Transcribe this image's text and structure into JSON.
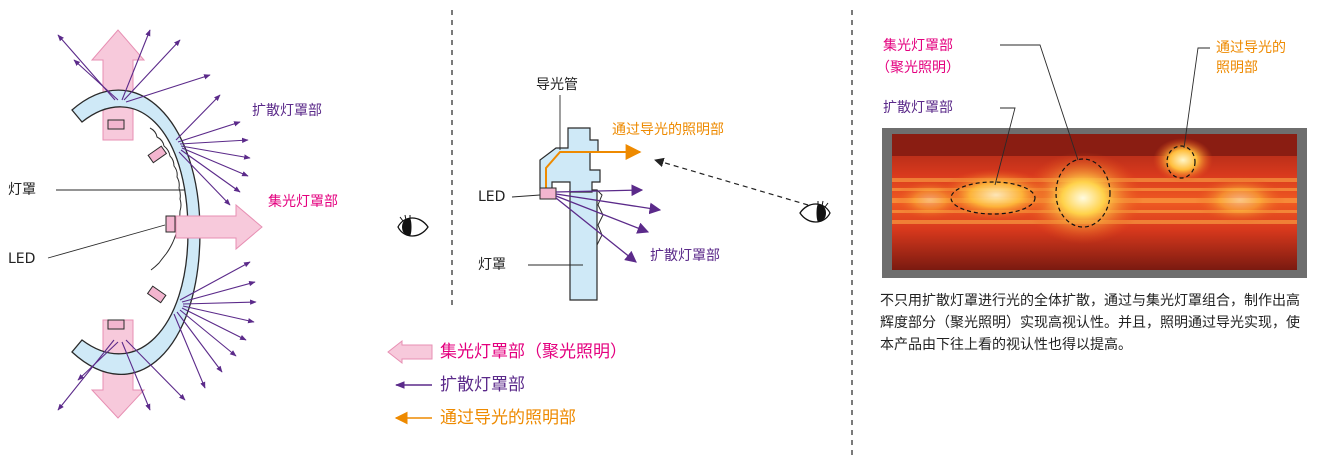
{
  "colors": {
    "magenta": "#e4007f",
    "purple": "#5b2a8a",
    "orange": "#ee8a00",
    "dark": "#222222",
    "cover_fill": "#cfe9f7",
    "cover_stroke": "#2a2a2a",
    "spot_arrow_fill": "#f7c9db",
    "spot_arrow_stroke": "#e78fb3",
    "led_fill": "#f3b5cf",
    "divider": "#333333"
  },
  "diagram1": {
    "diffusion_label": "扩散灯罩部",
    "spot_label": "集光灯罩部",
    "cover_label": "灯罩",
    "led_label": "LED"
  },
  "diagram2": {
    "light_guide_label": "导光管",
    "guided_label": "通过导光的照明部",
    "led_label": "LED",
    "cover_label": "灯罩",
    "diffusion_label": "扩散灯罩部"
  },
  "legend": {
    "spot": "集光灯罩部（聚光照明）",
    "diffusion": "扩散灯罩部",
    "guided": "通过导光的照明部"
  },
  "photo": {
    "spot_label_1": "集光灯罩部",
    "spot_label_2": "（聚光照明）",
    "guided_label_1": "通过导光的",
    "guided_label_2": "照明部",
    "diffusion_label": "扩散灯罩部"
  },
  "description": "不只用扩散灯罩进行光的全体扩散，通过与集光灯罩组合，制作出高辉度部分（聚光照明）实现高视认性。并且，照明通过导光实现，使本产品由下往上看的视认性也得以提高。"
}
